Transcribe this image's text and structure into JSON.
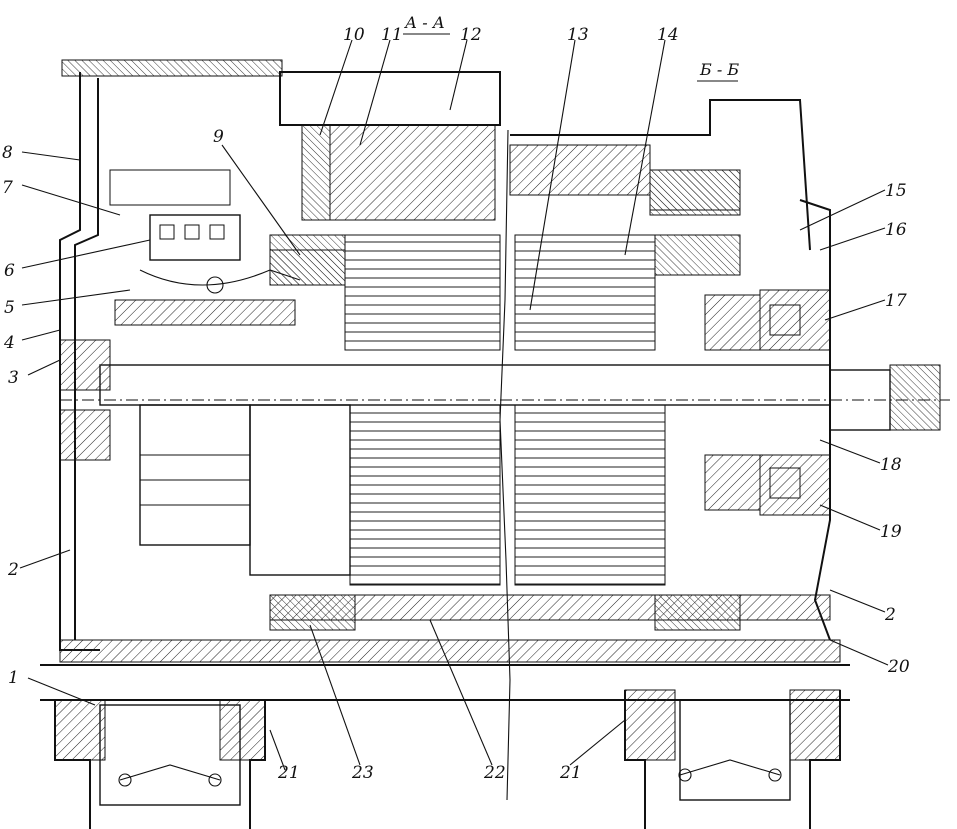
{
  "section_titles": {
    "a": "А - А",
    "b": "Б - Б"
  },
  "callouts": [
    {
      "id": "c1",
      "text": "1"
    },
    {
      "id": "c2",
      "text": "2"
    },
    {
      "id": "c3",
      "text": "3"
    },
    {
      "id": "c4",
      "text": "4"
    },
    {
      "id": "c5",
      "text": "5"
    },
    {
      "id": "c6",
      "text": "6"
    },
    {
      "id": "c7",
      "text": "7"
    },
    {
      "id": "c8",
      "text": "8"
    },
    {
      "id": "c9",
      "text": "9"
    },
    {
      "id": "c10",
      "text": "10"
    },
    {
      "id": "c11",
      "text": "11"
    },
    {
      "id": "c12",
      "text": "12"
    },
    {
      "id": "c13",
      "text": "13"
    },
    {
      "id": "c14",
      "text": "14"
    },
    {
      "id": "c15",
      "text": "15"
    },
    {
      "id": "c16",
      "text": "16"
    },
    {
      "id": "c17",
      "text": "17"
    },
    {
      "id": "c18",
      "text": "18"
    },
    {
      "id": "c19",
      "text": "19"
    },
    {
      "id": "c2b",
      "text": "2"
    },
    {
      "id": "c20",
      "text": "20"
    },
    {
      "id": "c21a",
      "text": "21"
    },
    {
      "id": "c23",
      "text": "23"
    },
    {
      "id": "c22",
      "text": "22"
    },
    {
      "id": "c21b",
      "text": "21"
    }
  ]
}
